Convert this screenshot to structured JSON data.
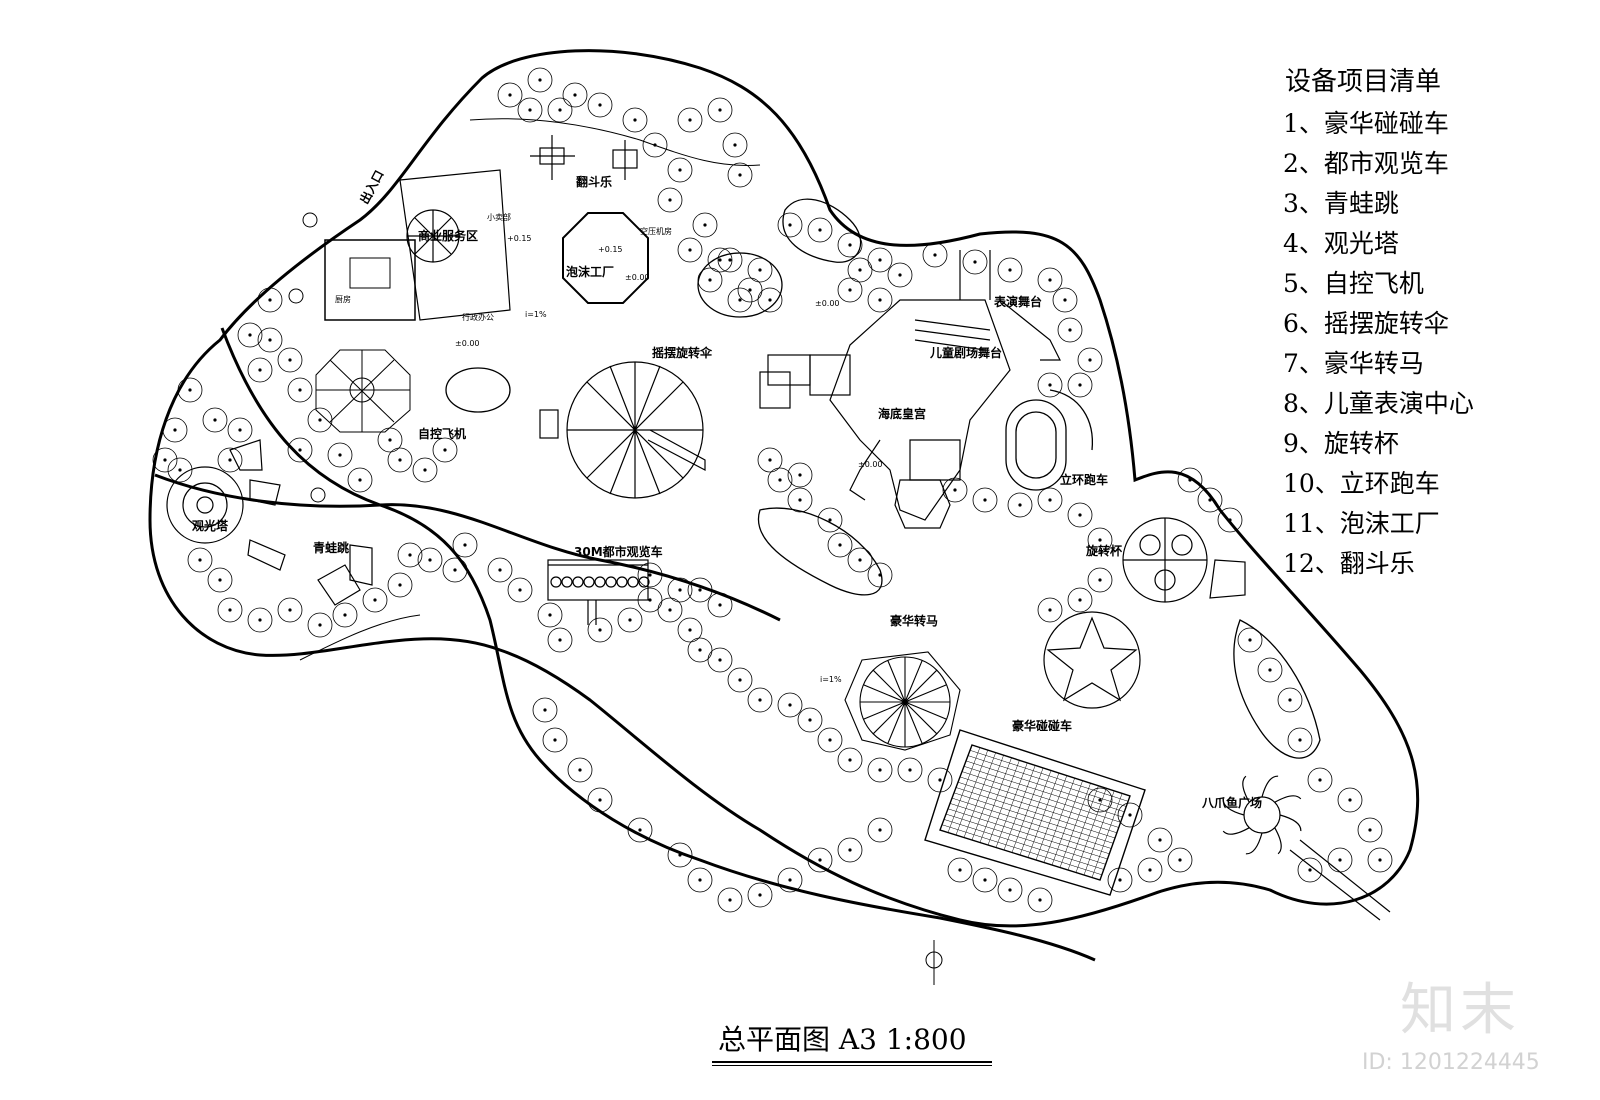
{
  "legend": {
    "title": "设备项目清单",
    "items": [
      "1、豪华碰碰车",
      "2、都市观览车",
      "3、青蛙跳",
      "4、观光塔",
      "5、自控飞机",
      "6、摇摆旋转伞",
      "7、豪华转马",
      "8、儿童表演中心",
      "9、旋转杯",
      "10、立环跑车",
      "11、泡沫工厂",
      "12、翻斗乐"
    ]
  },
  "plan_labels": {
    "entrance": "出入口",
    "business_area": "商业服务区",
    "foam_factory": "泡沫工厂",
    "tumble": "翻斗乐",
    "swing_umbrella": "摇摆旋转伞",
    "self_control_plane": "自控飞机",
    "sightseeing_tower": "观光塔",
    "frog_jump": "青蛙跳",
    "ferris_wheel": "30M都市观览车",
    "performance_stage": "表演舞台",
    "children_theater": "儿童剧场舞台",
    "undersea_palace": "海底皇宫",
    "loop_coaster": "立环跑车",
    "rotating_cup": "旋转杯",
    "carousel": "豪华转马",
    "bumper_cars": "豪华碰碰车",
    "octopus_plaza": "八爪鱼广场",
    "kitchen": "厨房",
    "admin_office": "行政办公",
    "small_shop": "小卖部",
    "air_compressor": "空压机房",
    "elev_zero": "±0.00",
    "elev_015": "+0.15",
    "slope": "i=1%"
  },
  "title": "总平面图 A3  1:800",
  "watermark": {
    "brand": "知末",
    "id": "ID: 1201224445"
  }
}
